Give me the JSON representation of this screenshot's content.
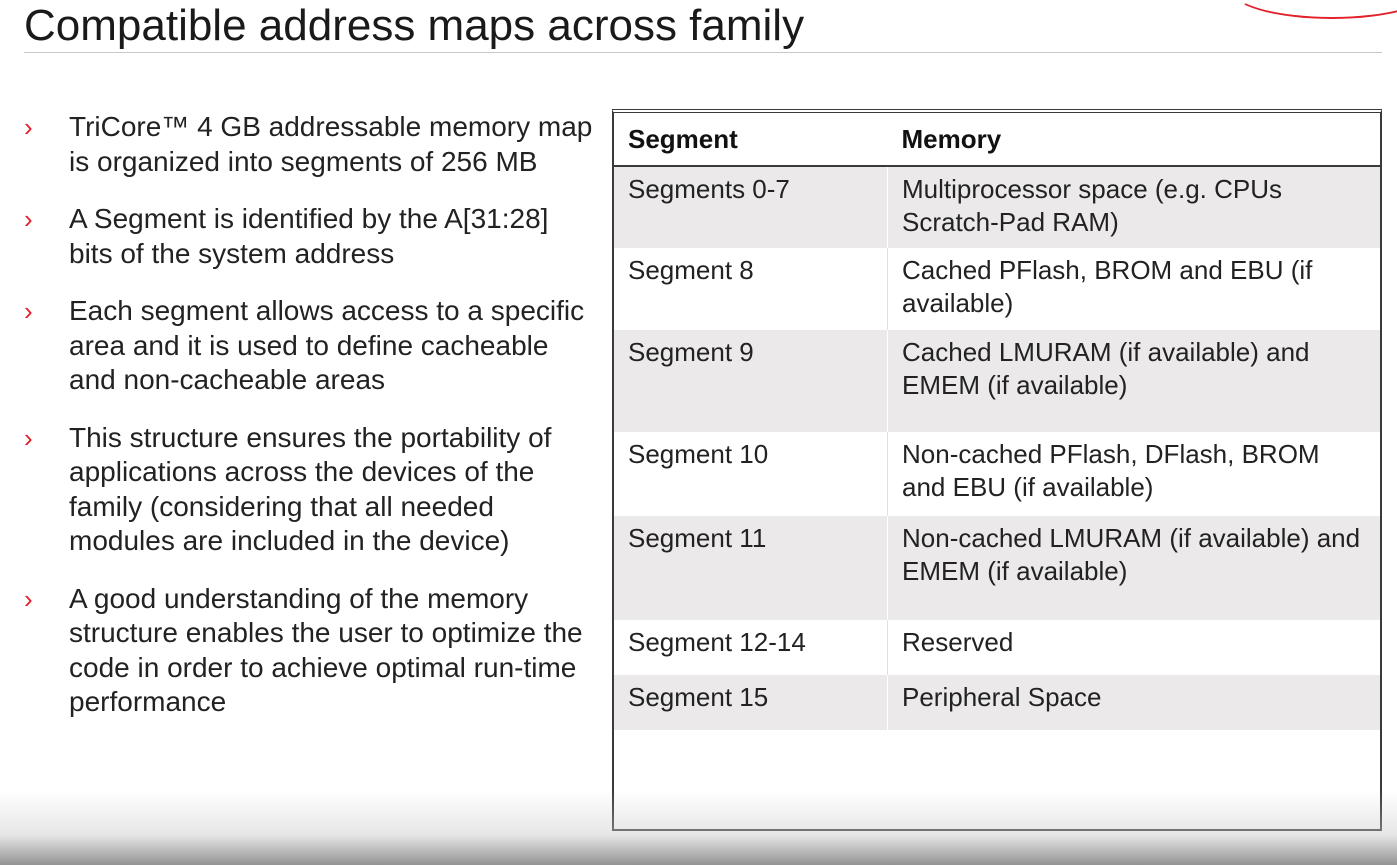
{
  "slide": {
    "title": "Compatible address maps across family"
  },
  "bullets": [
    "TriCore™ 4 GB addressable memory map is organized into segments of 256 MB",
    "A Segment is identified by the A[31:28] bits of the system address",
    "Each segment allows access to a specific area and it is used to define cacheable and non-cacheable areas",
    "This structure ensures the portability of applications across the devices of the family (considering that all needed modules are included in the device)",
    "A good understanding of the memory structure enables the user to optimize the code in order to achieve optimal run-time performance"
  ],
  "bullet_marker": "›",
  "table": {
    "headers": [
      "Segment",
      "Memory"
    ],
    "rows": [
      {
        "segment": "Segments 0-7",
        "memory": "Multiprocessor space (e.g. CPUs Scratch-Pad RAM)"
      },
      {
        "segment": "Segment 8",
        "memory": "Cached PFlash, BROM and EBU (if available)"
      },
      {
        "segment": "Segment 9",
        "memory": "Cached LMURAM (if available) and EMEM (if available)"
      },
      {
        "segment": "Segment 10",
        "memory": "Non-cached PFlash, DFlash, BROM and EBU (if available)"
      },
      {
        "segment": "Segment 11",
        "memory": "Non-cached LMURAM (if available) and EMEM (if available)"
      },
      {
        "segment": "Segment 12-14",
        "memory": "Reserved"
      },
      {
        "segment": "Segment 15",
        "memory": "Peripheral Space"
      }
    ]
  },
  "colors": {
    "accent": "#e3202a",
    "row_shade": "#ebe9ea"
  }
}
